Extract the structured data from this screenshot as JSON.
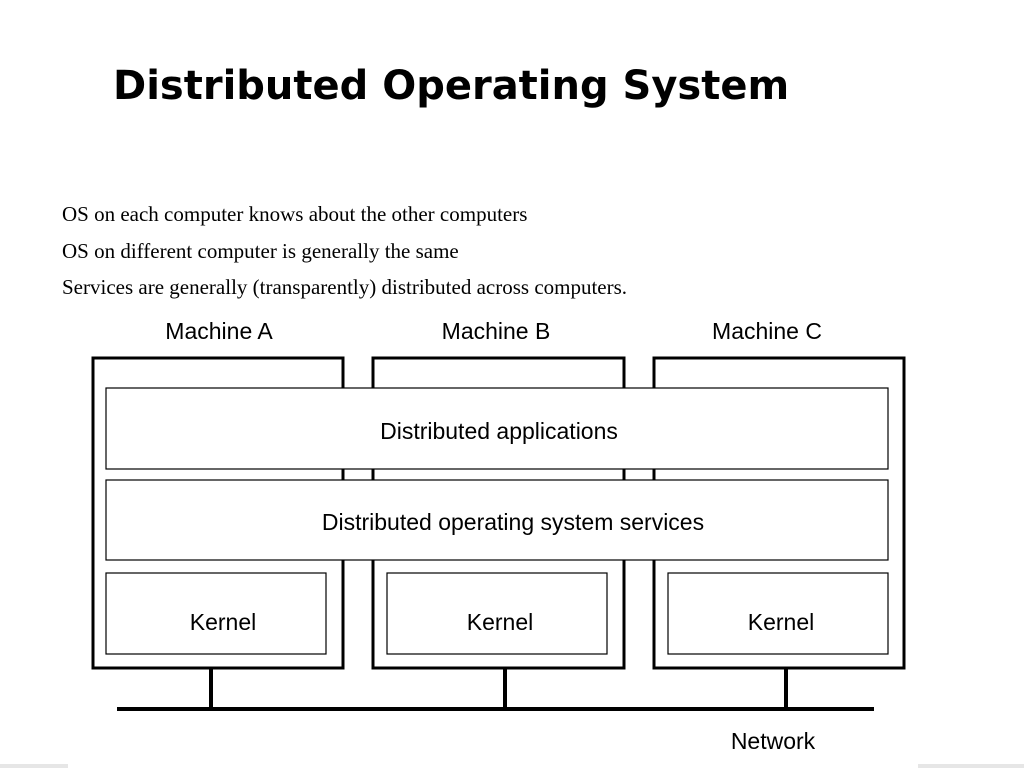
{
  "slide": {
    "title": "Distributed Operating System",
    "bullets": [
      "OS on each computer knows about the other computers",
      "OS on different computer is generally the same",
      "Services are generally (transparently) distributed across computers."
    ]
  },
  "diagram": {
    "machines": [
      "Machine A",
      "Machine B",
      "Machine C"
    ],
    "layers": {
      "applications": "Distributed applications",
      "services": "Distributed operating system services"
    },
    "kernel_label": "Kernel",
    "network_label": "Network"
  }
}
